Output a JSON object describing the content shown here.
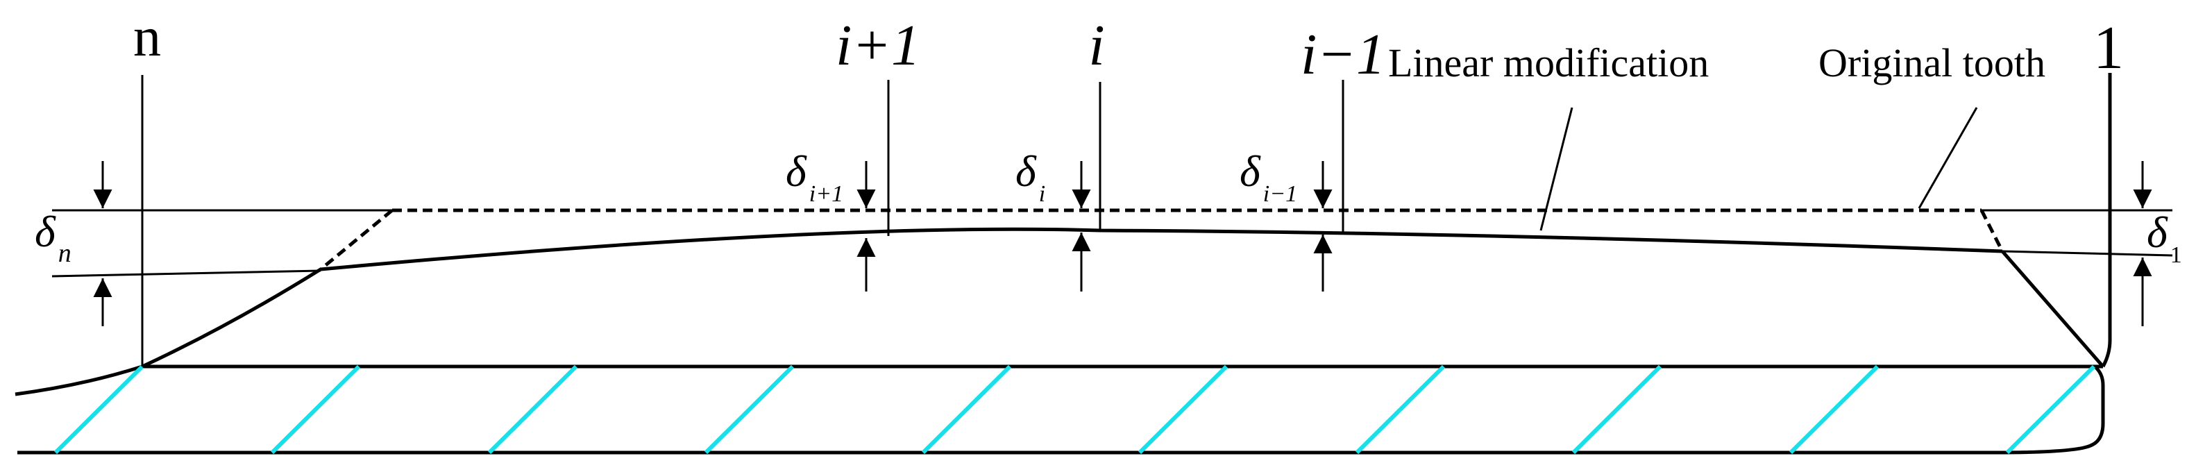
{
  "positions": {
    "n": "n",
    "i_plus_1": "i+1",
    "i": "i",
    "i_minus_1": "i−1",
    "one": "1"
  },
  "callouts": {
    "linear_modification": "Linear modification",
    "original_tooth": "Original tooth"
  },
  "deltas": {
    "symbol": "δ",
    "n_sub": "n",
    "i_plus_1_sub": "i+1",
    "i_sub": "i",
    "i_minus_1_sub": "i−1",
    "one_sub": "1"
  },
  "colors": {
    "hatch": "#19e0e8",
    "line": "#000000"
  }
}
